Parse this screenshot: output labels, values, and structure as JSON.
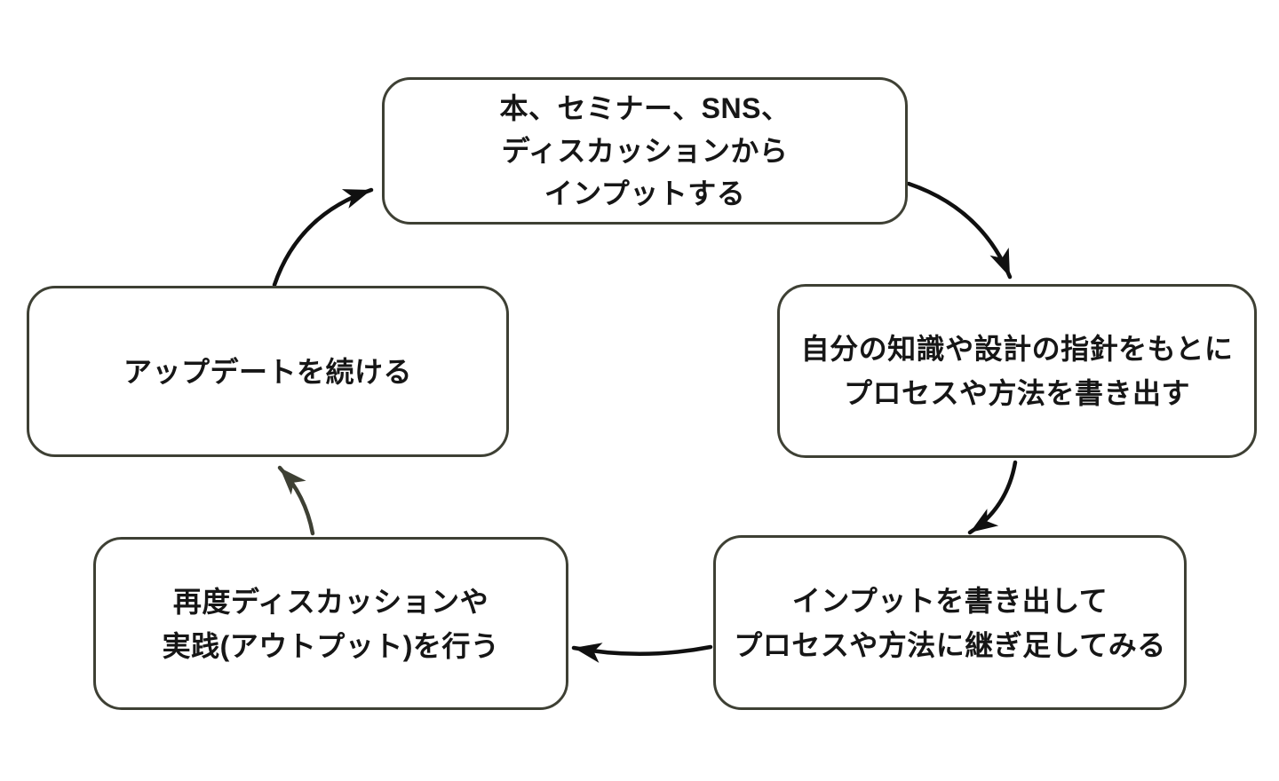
{
  "diagram": {
    "type": "cycle",
    "colors": {
      "background": "#ffffff",
      "outline": "#3e4034",
      "arrow": "#101010",
      "text": "#161616"
    },
    "nodes": [
      {
        "id": "input",
        "position": "top",
        "lines": [
          "本、セミナー、SNS、",
          "ディスカッションから",
          "インプットする"
        ]
      },
      {
        "id": "writeout",
        "position": "right",
        "lines": [
          "自分の知識や設計の指針をもとに",
          "プロセスや方法を書き出す"
        ]
      },
      {
        "id": "append",
        "position": "bottom-right",
        "lines": [
          "インプットを書き出して",
          "プロセスや方法に継ぎ足してみる"
        ]
      },
      {
        "id": "practice",
        "position": "bottom-left",
        "lines": [
          "再度ディスカッションや",
          "実践(アウトプット)を行う"
        ]
      },
      {
        "id": "update",
        "position": "left",
        "lines": [
          "アップデートを続ける"
        ]
      }
    ],
    "edges": [
      {
        "from": "input",
        "to": "writeout",
        "style": "curved",
        "color": "#101010"
      },
      {
        "from": "writeout",
        "to": "append",
        "style": "curved",
        "color": "#101010"
      },
      {
        "from": "append",
        "to": "practice",
        "style": "curved",
        "color": "#101010"
      },
      {
        "from": "practice",
        "to": "update",
        "style": "curved",
        "color": "#3e4034"
      },
      {
        "from": "update",
        "to": "input",
        "style": "curved",
        "color": "#101010"
      }
    ]
  }
}
